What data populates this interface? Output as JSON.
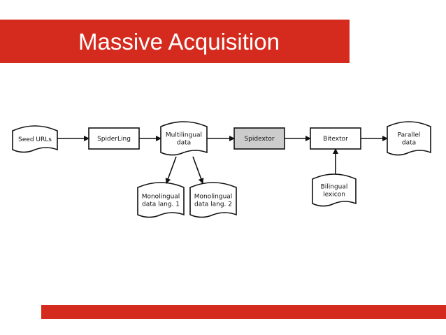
{
  "slide": {
    "title": "Massive Acquisition",
    "accent_color": "#d52b1e"
  },
  "diagram": {
    "nodes": [
      {
        "id": "seed",
        "shape": "scroll",
        "lines": [
          "Seed URLs"
        ]
      },
      {
        "id": "spiderling",
        "shape": "box",
        "lines": [
          "SpiderLing"
        ]
      },
      {
        "id": "multi",
        "shape": "scroll",
        "lines": [
          "Multilingual",
          "data"
        ]
      },
      {
        "id": "spidextor",
        "shape": "box-gray",
        "lines": [
          "Spidextor"
        ]
      },
      {
        "id": "bitextor",
        "shape": "box",
        "lines": [
          "Bitextor"
        ]
      },
      {
        "id": "parallel",
        "shape": "scroll",
        "lines": [
          "Parallel",
          "data"
        ]
      },
      {
        "id": "mono1",
        "shape": "scroll",
        "lines": [
          "Monolingual",
          "data lang. 1"
        ]
      },
      {
        "id": "mono2",
        "shape": "scroll",
        "lines": [
          "Monolingual",
          "data lang. 2"
        ]
      },
      {
        "id": "lexicon",
        "shape": "scroll",
        "lines": [
          "Bilingual",
          "lexicon"
        ]
      }
    ],
    "edges": [
      {
        "from": "seed",
        "to": "spiderling"
      },
      {
        "from": "spiderling",
        "to": "multi"
      },
      {
        "from": "multi",
        "to": "spidextor"
      },
      {
        "from": "spidextor",
        "to": "bitextor"
      },
      {
        "from": "bitextor",
        "to": "parallel"
      },
      {
        "from": "multi",
        "to": "mono1"
      },
      {
        "from": "multi",
        "to": "mono2"
      },
      {
        "from": "lexicon",
        "to": "bitextor"
      }
    ]
  }
}
